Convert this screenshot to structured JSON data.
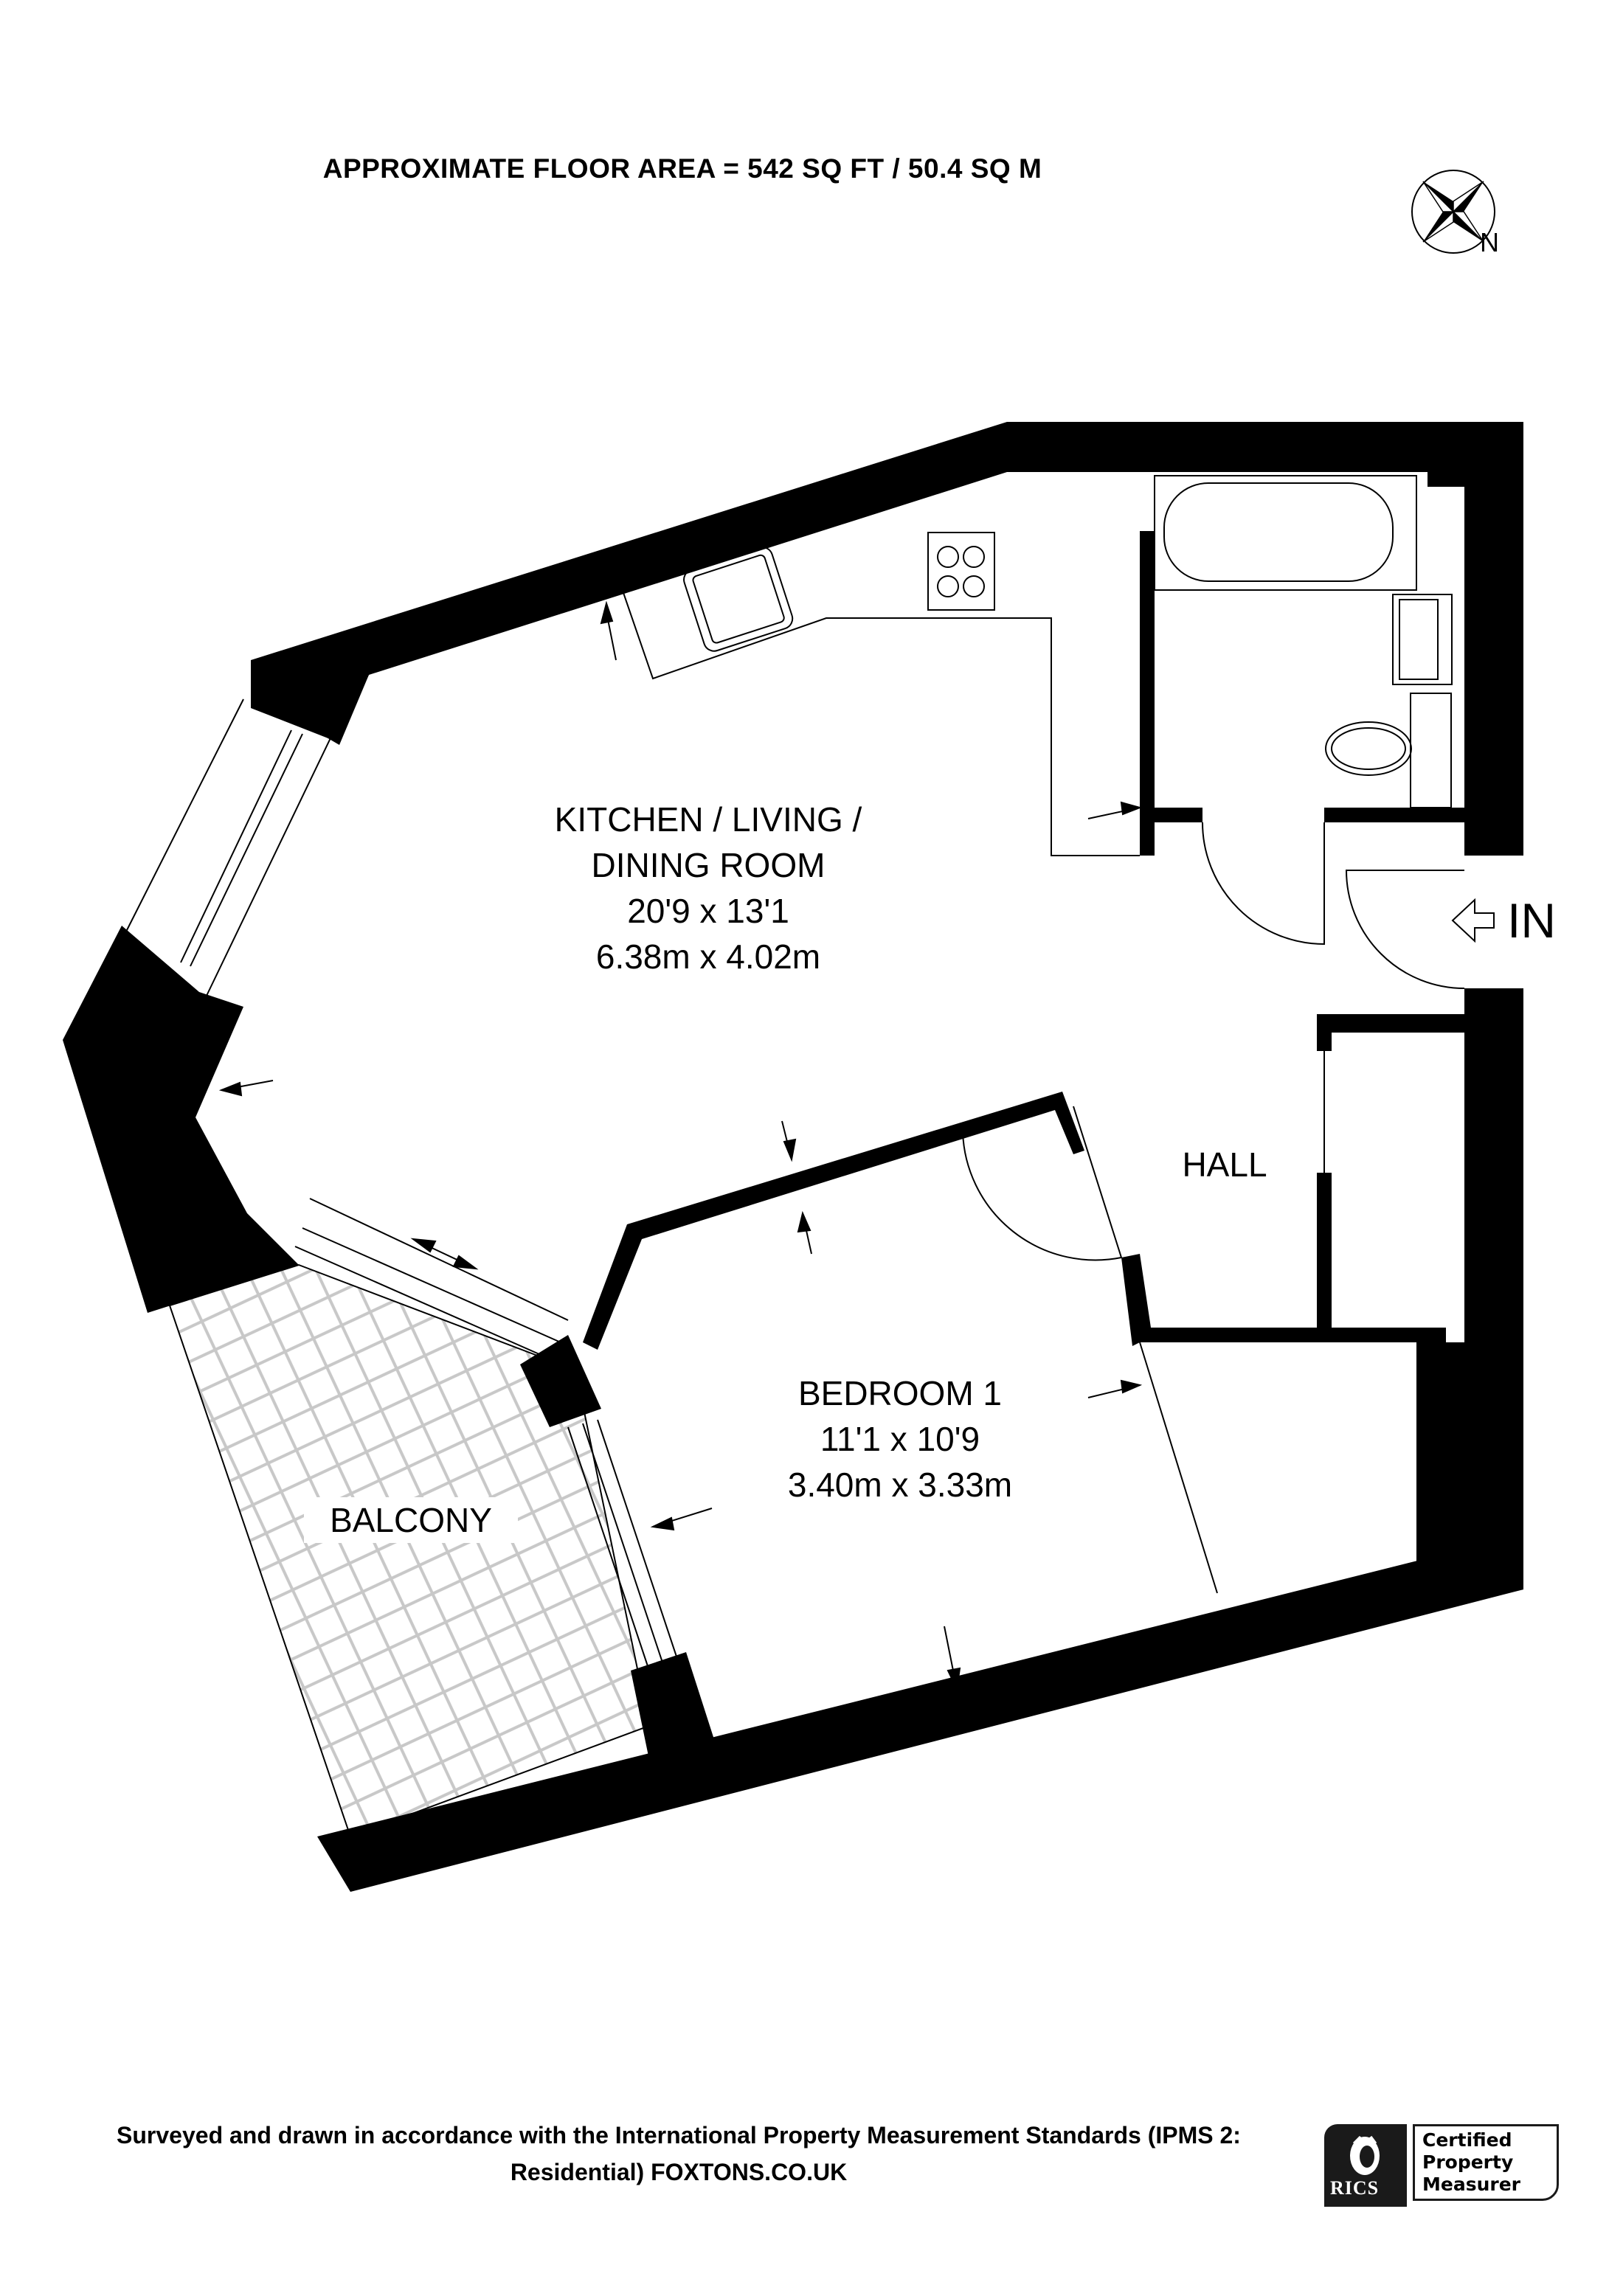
{
  "header": {
    "title": "APPROXIMATE FLOOR AREA = 542 SQ FT / 50.4 SQ M"
  },
  "compass": {
    "icon": "compass-rose-icon",
    "label": "N"
  },
  "rooms": [
    {
      "id": "kitchen",
      "name_line1": "KITCHEN / LIVING /",
      "name_line2": "DINING ROOM",
      "imperial": "20'9 x 13'1",
      "metric": "6.38m x 4.02m"
    },
    {
      "id": "bedroom",
      "name_line1": "BEDROOM 1",
      "imperial": "11'1 x 10'9",
      "metric": "3.40m x 3.33m"
    },
    {
      "id": "hall",
      "name_line1": "HALL"
    },
    {
      "id": "balcony",
      "name_line1": "BALCONY"
    }
  ],
  "entrance": {
    "icon": "arrow-left-icon",
    "label": "IN"
  },
  "fixtures": [
    "bath",
    "basin",
    "toilet",
    "kitchen-sink",
    "hob"
  ],
  "footer": {
    "line1": "Surveyed and drawn in accordance with the International Property Measurement Standards (IPMS 2:",
    "line2": "Residential) FOXTONS.CO.UK"
  },
  "badge": {
    "brand": "RICS",
    "line1": "Certified",
    "line2": "Property",
    "line3": "Measurer"
  },
  "colors": {
    "wall": "#000000",
    "balcony_hatch": "#c8c8c8",
    "background": "#ffffff"
  }
}
